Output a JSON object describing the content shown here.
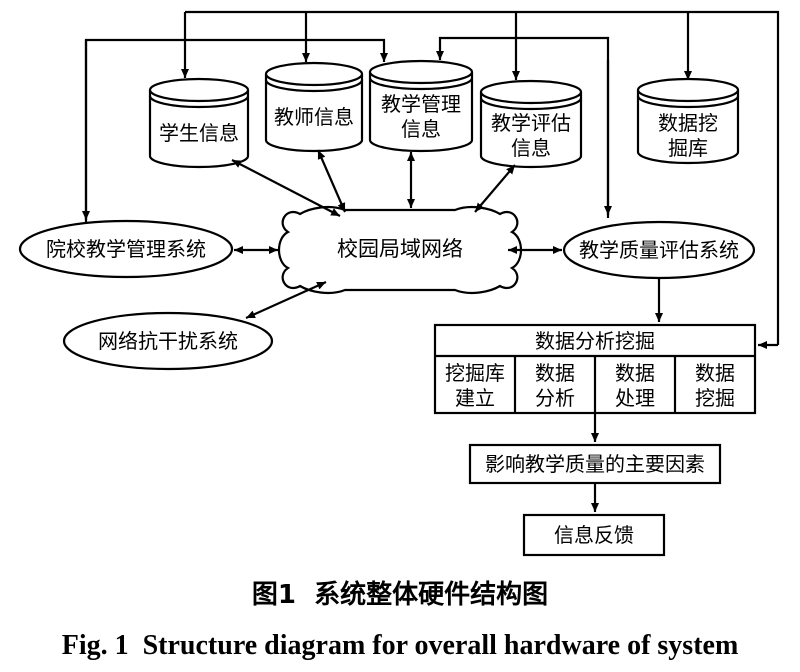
{
  "databases": {
    "student": "学生信息",
    "teacher": "教师信息",
    "teaching_mgmt": [
      "教学管理",
      "信息"
    ],
    "teaching_eval": [
      "教学评估",
      "信息"
    ],
    "data_mining_db": [
      "数据挖",
      "掘库"
    ]
  },
  "nodes": {
    "campus_network": "校园局域网络",
    "school_mgmt_system": "院校教学管理系统",
    "quality_eval_system": "教学质量评估系统",
    "anti_interference_system": "网络抗干扰系统"
  },
  "analysis_box": {
    "title": "数据分析挖掘",
    "cells": [
      [
        "挖掘库",
        "建立"
      ],
      [
        "数据",
        "分析"
      ],
      [
        "数据",
        "处理"
      ],
      [
        "数据",
        "挖掘"
      ]
    ]
  },
  "factors_box": "影响教学质量的主要因素",
  "feedback_box": "信息反馈",
  "caption": {
    "cn": "图1  系统整体硬件结构图",
    "en": "Fig. 1  Structure diagram for overall hardware of system"
  }
}
